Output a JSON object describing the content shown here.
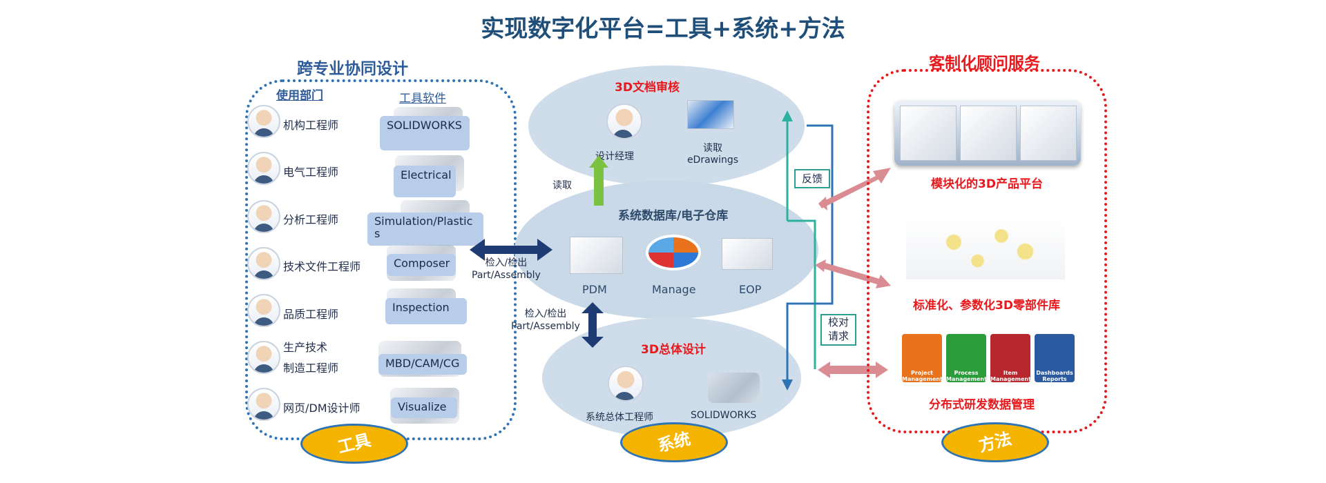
{
  "title": "实现数字化平台=工具+系统+方法",
  "left": {
    "section_title": "跨专业协同设计",
    "col_dept": "使用部门",
    "col_tool": "工具软件",
    "roles": [
      {
        "label": "机构工程师"
      },
      {
        "label": "电气工程师"
      },
      {
        "label": "分析工程师"
      },
      {
        "label": "技术文件工程师"
      },
      {
        "label": "品质工程师"
      },
      {
        "label": "生产技术",
        "label2": "制造工程师"
      },
      {
        "label": "网页/DM设计师"
      }
    ],
    "tools": [
      {
        "label": "SOLIDWORKS"
      },
      {
        "label": "Electrical"
      },
      {
        "label": "Simulation/Plastic",
        "label2": "s"
      },
      {
        "label": "Composer"
      },
      {
        "label": "Inspection"
      },
      {
        "label": "MBD/CAM/CG"
      },
      {
        "label": "Visualize"
      }
    ],
    "badge": "工具"
  },
  "center": {
    "top": {
      "title": "3D文档审核",
      "manager": "设计经理",
      "read_line1": "读取",
      "read_line2": "eDrawings"
    },
    "read_arrow": "读取",
    "mid": {
      "title": "系统数据库/电子仓库",
      "items": [
        "PDM",
        "Manage",
        "EOP"
      ]
    },
    "bottom": {
      "title": "3D总体设计",
      "engineer": "系统总体工程师",
      "tool": "SOLIDWORKS"
    },
    "checkin_h": {
      "line1": "检入/检出",
      "line2": "Part/Assembly"
    },
    "checkin_v": {
      "line1": "检入/检出",
      "line2": "Part/Assembly"
    },
    "feedback": "反馈",
    "review_line1": "校对",
    "review_line2": "请求",
    "badge": "系统"
  },
  "right": {
    "section_title": "客制化顾问服务",
    "items": [
      {
        "label": "模块化的3D产品平台"
      },
      {
        "label": "标准化、参数化3D零部件库"
      },
      {
        "label": "分布式研发数据管理"
      }
    ],
    "modules": [
      {
        "label": "Project Management",
        "color": "#e8731c"
      },
      {
        "label": "Process Management",
        "color": "#2a9d3a"
      },
      {
        "label": "Item Management",
        "color": "#b7282e"
      },
      {
        "label": "Dashboards Reports",
        "color": "#2c5aa0"
      }
    ],
    "badge": "方法"
  },
  "colors": {
    "blue": "#2e74b5",
    "red": "#e8191c",
    "gold": "#f4b400",
    "navy": "#1f3b73",
    "green": "#7cc242",
    "pink": "#d98d93"
  }
}
